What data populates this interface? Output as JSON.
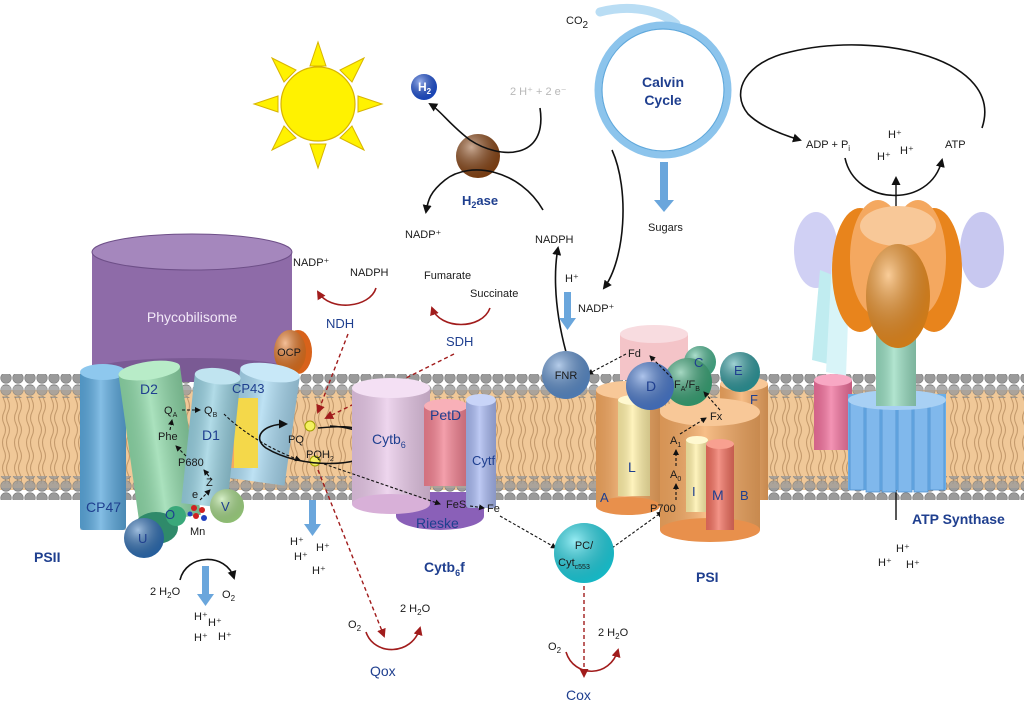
{
  "labels": {
    "co2": "CO",
    "co2_sub": "2",
    "calvin_line1": "Calvin",
    "calvin_line2": "Cycle",
    "protons_2h_2e": "2 H⁺ + 2 e⁻",
    "h2": "H",
    "h2_sub": "2",
    "h2ase": "H",
    "h2ase_sub": "2",
    "h2ase_tail": "ase",
    "nadp_plus": "NADP⁺",
    "nadph": "NADPH",
    "sugars": "Sugars",
    "h_plus": "H⁺",
    "adp_pi": "ADP + P",
    "adp_pi_sub": "i",
    "atp": "ATP",
    "fumarate": "Fumarate",
    "succinate": "Succinate",
    "sdh": "SDH",
    "ndh": "NDH",
    "phycobilisome": "Phycobilisome",
    "ocp": "OCP",
    "cp43": "CP43",
    "d2": "D2",
    "d1": "D1",
    "qa": "Q",
    "qa_sub": "A",
    "qb": "Q",
    "qb_sub": "B",
    "phe": "Phe",
    "p680": "P680",
    "z": "Z",
    "e": "e",
    "cp47": "CP47",
    "o": "O",
    "v": "V",
    "u": "U",
    "mn": "Mn",
    "psii": "PSII",
    "water": "2 H",
    "water_sub": "2",
    "water_tail": "O",
    "o2": "O",
    "o2_sub": "2",
    "pq": "PQ",
    "pqh2": "PQH",
    "pqh2_sub": "2",
    "cytb6": "Cytb",
    "cytb6_sub": "6",
    "petd": "PetD",
    "cytf": "Cytf",
    "fes": "FeS",
    "fe": "Fe",
    "rieske": "Rieske",
    "cytb6f": "Cytb",
    "cytb6f_sub": "6",
    "cytb6f_tail": "f",
    "qox": "Qox",
    "cox": "Cox",
    "pc_line1": "PC/",
    "pc_line2": "Cyt",
    "pc_sub": "c553",
    "fnr": "FNR",
    "fd": "Fd",
    "d": "D",
    "c": "C",
    "e_sub": "E",
    "fafb": "F",
    "fafb_a": "A",
    "fafb_b": "B",
    "f": "F",
    "fx": "Fx",
    "a1": "A",
    "a1_sub": "1",
    "a0": "A",
    "a0_sub": "0",
    "l": "L",
    "i": "I",
    "m": "M",
    "a": "A",
    "b": "B",
    "p700": "P700",
    "psi": "PSI",
    "atp_synthase": "ATP Synthase"
  },
  "colors": {
    "membrane_head": "#9a9a9a",
    "membrane_tail": "#f0c898",
    "sun": "#fff200",
    "sun_stroke": "#d8b400",
    "h2_ball": "#1a4fd8",
    "h2ase_ball": "#8b4513",
    "calvin_ring": "#8cc4ec",
    "phycobilisome": "#8e6ba8",
    "ocp": "#e8731c",
    "d2": "#8ed8a8",
    "d1": "#98d0e0",
    "cp43": "#a8d8f0",
    "cp47": "#5ba8dc",
    "cytb6": "#e8c8e8",
    "petd": "#f08090",
    "cytf": "#a8b8f0",
    "rieske": "#8a60b8",
    "psi_orange": "#f4a860",
    "pc": "#19d8e8",
    "fnr": "#5b8fd0",
    "atp_orange": "#f4901c",
    "atp_blue": "#80b8ec",
    "label_blue": "#1f3f8f",
    "dark_red": "#a11c1c",
    "arrow_blue": "#5b9bd5"
  },
  "icons": [
    "sun-icon",
    "h2-ball-icon",
    "h2ase-ball-icon",
    "calvin-cycle-ring-icon",
    "lipid-membrane-icon"
  ]
}
